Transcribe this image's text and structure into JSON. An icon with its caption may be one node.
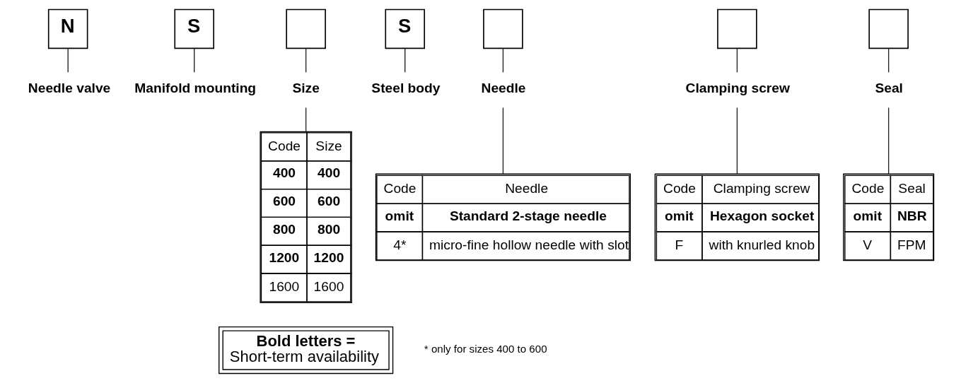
{
  "diagram": {
    "nodes": [
      {
        "text": [
          "N"
        ]
      },
      {
        "text": [
          "S"
        ]
      },
      {
        "text": [],
        "shape": "box"
      },
      {
        "text": [
          "S"
        ]
      },
      {
        "text": [],
        "shape": "box"
      },
      {
        "text": [],
        "shape": "box"
      },
      {
        "text": [],
        "shape": "box"
      },
      {
        "text": [
          "Needle valve"
        ]
      },
      {
        "text": [
          "Manifold mounting"
        ]
      },
      {
        "text": [
          "Size"
        ]
      },
      {
        "text": [
          "Steel body"
        ]
      },
      {
        "text": [
          "Needle"
        ]
      },
      {
        "text": [
          "Clamping screw"
        ]
      },
      {
        "text": [
          "Seal"
        ]
      },
      {
        "text": [
          "Code",
          "Size",
          "400",
          "400",
          "600",
          "600",
          "800",
          "800",
          "1200",
          "1200",
          "1600",
          "1600"
        ]
      },
      {
        "text": [
          "Code",
          "Seal",
          "omit",
          "NBR",
          "V",
          "FPM"
        ]
      },
      {
        "text": [
          "Code",
          "Clamping screw",
          "omit",
          "Hexagon socket",
          "F",
          "with knurled knob"
        ]
      },
      {
        "text": [
          "Code",
          "Needle",
          "omit",
          "Standard 2-stage needle",
          "4*",
          "micro-fine hollow needle with slot"
        ]
      },
      {
        "text": [
          "Bold letters =",
          "Short-term availability"
        ]
      }
    ],
    "edges": [
      {
        "from": 0,
        "to": 7,
        "arrow": "none"
      },
      {
        "from": 1,
        "to": 8,
        "arrow": "none"
      },
      {
        "from": 2,
        "to": 9,
        "arrow": "none"
      },
      {
        "from": 3,
        "to": 10,
        "arrow": "none"
      },
      {
        "from": 4,
        "to": 11,
        "arrow": "none"
      },
      {
        "from": 5,
        "to": 12,
        "arrow": "none"
      },
      {
        "from": 6,
        "to": 13,
        "arrow": "none"
      },
      {
        "from": 9,
        "to": 14,
        "arrow": "none"
      },
      {
        "from": 11,
        "to": 17,
        "arrow": "none"
      },
      {
        "from": 12,
        "to": 16,
        "arrow": "none"
      },
      {
        "from": 13,
        "to": 15,
        "arrow": "none"
      }
    ],
    "labels": [
      "* only for sizes 400 to 600"
    ]
  }
}
